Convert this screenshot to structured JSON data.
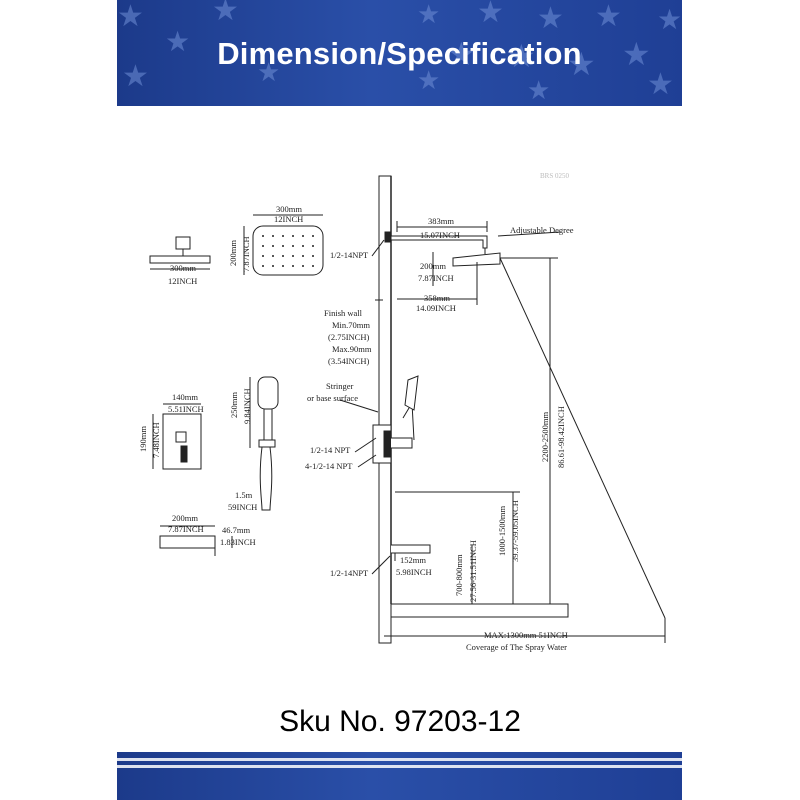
{
  "header": {
    "title": "Dimension/Specification"
  },
  "footer": {
    "sku": "Sku No. 97203-12"
  },
  "colors": {
    "banner": "#1f3f95",
    "star": "#6f8fd6",
    "line": "#222222"
  },
  "icons": {
    "star": "star-icon"
  },
  "labels": {
    "head_top_w": "300mm",
    "head_top_in": "12INCH",
    "head_side_w": "300mm",
    "head_side_in": "12INCH",
    "head_h_mm": "200mm",
    "head_h_in": "7.87INCH",
    "arm_mm": "383mm",
    "arm_in": "15.07INCH",
    "adjustable": "Adjustable Degree",
    "npt_top": "1/2-14NPT",
    "drop_mm": "200mm",
    "drop_in": "7.87INCH",
    "reach_mm": "358mm",
    "reach_in": "14.09INCH",
    "finish_wall": "Finish wall",
    "min": "Min.70mm",
    "min_in": "(2.75INCH)",
    "max": "Max.90mm",
    "max_in": "(3.54INCH)",
    "stringer": "Stringer",
    "base_surface": "or base surface",
    "npt_mid": "1/2-14 NPT",
    "npt_valve": "4-1/2-14 NPT",
    "height_mm": "2200-2500mm",
    "height_in": "86.61-98.42INCH",
    "valve_mm": "1000-1500mm",
    "valve_in": "39.37-59.05INCH",
    "spout_len_mm": "152mm",
    "spout_len_in": "5.98INCH",
    "spout_h_mm": "700-800mm",
    "spout_h_in": "27.56-31.51INCH",
    "npt_bottom": "1/2-14NPT",
    "max_cov": "MAX:1300mm 51INCH",
    "coverage": "Coverage of The Spray Water",
    "plate_w_mm": "140mm",
    "plate_w_in": "5.51INCH",
    "plate_h": "190mm",
    "plate_h_in": "7.48INCH",
    "hand_h_mm": "250mm",
    "hand_h_in": "9.84INCH",
    "hose_m": "1.5m",
    "hose_in": "59INCH",
    "spout_w_mm": "200mm",
    "spout_w_in": "7.87INCH",
    "spout_d_mm": "46.7mm",
    "spout_d_in": "1.83INCH",
    "faded": "BRS  0250"
  }
}
